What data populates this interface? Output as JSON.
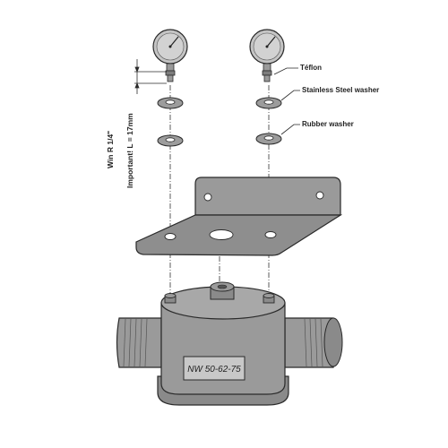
{
  "labels": {
    "teflon": "Téflon",
    "stainless_washer": "Stainless Steel washer",
    "rubber_washer": "Rubber washer",
    "thread": "Win R 1/4\"",
    "important": "Important! L = 17mm",
    "model_plate": "NW 50-62-75"
  },
  "colors": {
    "body_fill": "#9a9a9a",
    "body_dark": "#7d7d7d",
    "outline": "#2a2a2a",
    "gauge_face": "#c4c4c4",
    "washer_fill": "#9c9c9c"
  }
}
